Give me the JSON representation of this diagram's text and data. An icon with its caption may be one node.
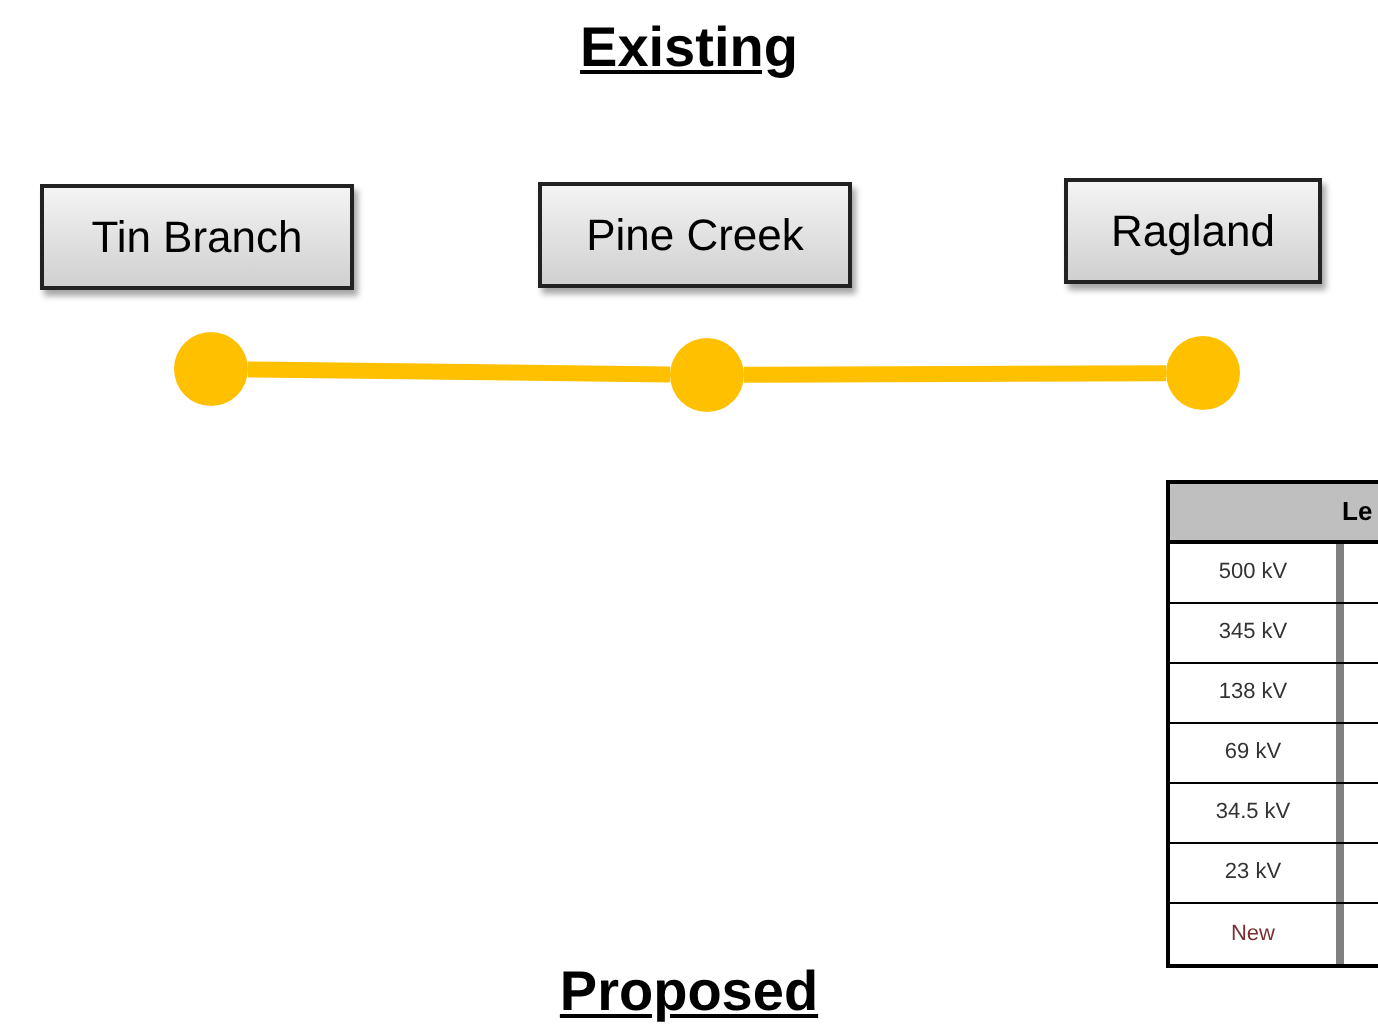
{
  "diagram": {
    "title": "Existing",
    "nodes": [
      {
        "text": [
          "Tin Branch"
        ]
      },
      {
        "text": [
          "Pine Creek"
        ]
      },
      {
        "text": [
          "Ragland"
        ]
      },
      {
        "text": [],
        "shape": "circle"
      },
      {
        "text": [],
        "shape": "circle"
      },
      {
        "text": [],
        "shape": "circle"
      }
    ],
    "edges": [
      {
        "from": 3,
        "to": 4,
        "arrow": "none"
      },
      {
        "from": 4,
        "to": 5,
        "arrow": "none"
      }
    ],
    "labels": [
      "Le",
      "500 kV",
      "345 kV",
      "138 kV",
      "69 kV",
      "34.5 kV",
      "23 kV",
      "New",
      "Proposed"
    ]
  }
}
